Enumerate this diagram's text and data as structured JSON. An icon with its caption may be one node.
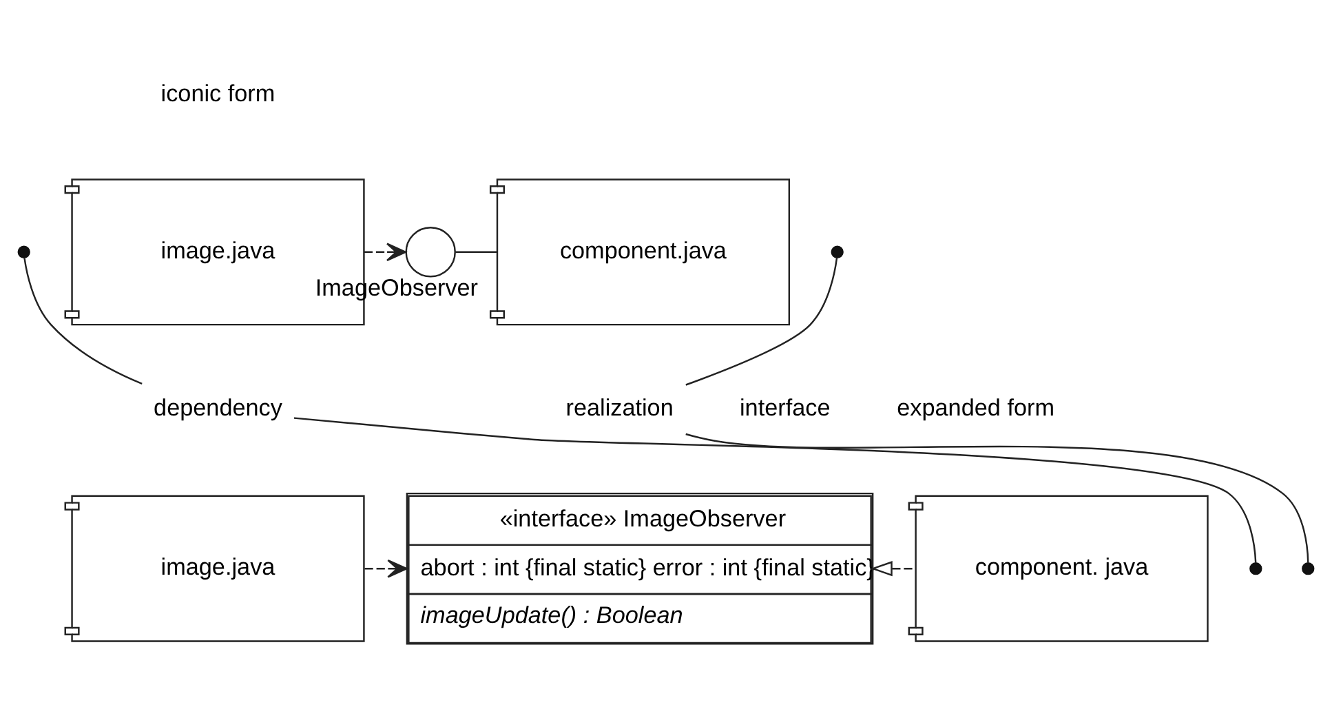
{
  "diagram": {
    "nodes": [
      {
        "text": [
          "image.java"
        ]
      },
      {
        "text": [],
        "shape": "circle",
        "beside": [
          "ImageObserver"
        ]
      },
      {
        "text": [
          "component.java"
        ]
      },
      {
        "text": [
          "dependency"
        ]
      },
      {
        "text": [
          "realization"
        ]
      },
      {
        "text": [
          "image.java"
        ]
      },
      {
        "text": [
          "«interface» ImageObserver",
          "abort : int {final static} error : int {final static}",
          "imageUpdate() : Boolean"
        ]
      },
      {
        "text": [
          "component. java"
        ]
      }
    ],
    "edges": [
      {
        "from": 0,
        "to": 1,
        "arrow": "to",
        "style": "dashed"
      },
      {
        "from": 2,
        "to": 1,
        "arrow": "none"
      },
      {
        "from": 5,
        "to": 6,
        "arrow": "to",
        "style": "dashed"
      },
      {
        "from": 7,
        "to": 6,
        "arrow": "to",
        "style": "dashed"
      },
      {
        "from": 3,
        "to": null,
        "arrow": "none"
      },
      {
        "from": 3,
        "to": null,
        "arrow": "none"
      },
      {
        "from": 4,
        "to": null,
        "arrow": "none"
      },
      {
        "from": 4,
        "to": null,
        "arrow": "none"
      }
    ],
    "labels": [
      "iconic form",
      "interface",
      "expanded form"
    ]
  }
}
